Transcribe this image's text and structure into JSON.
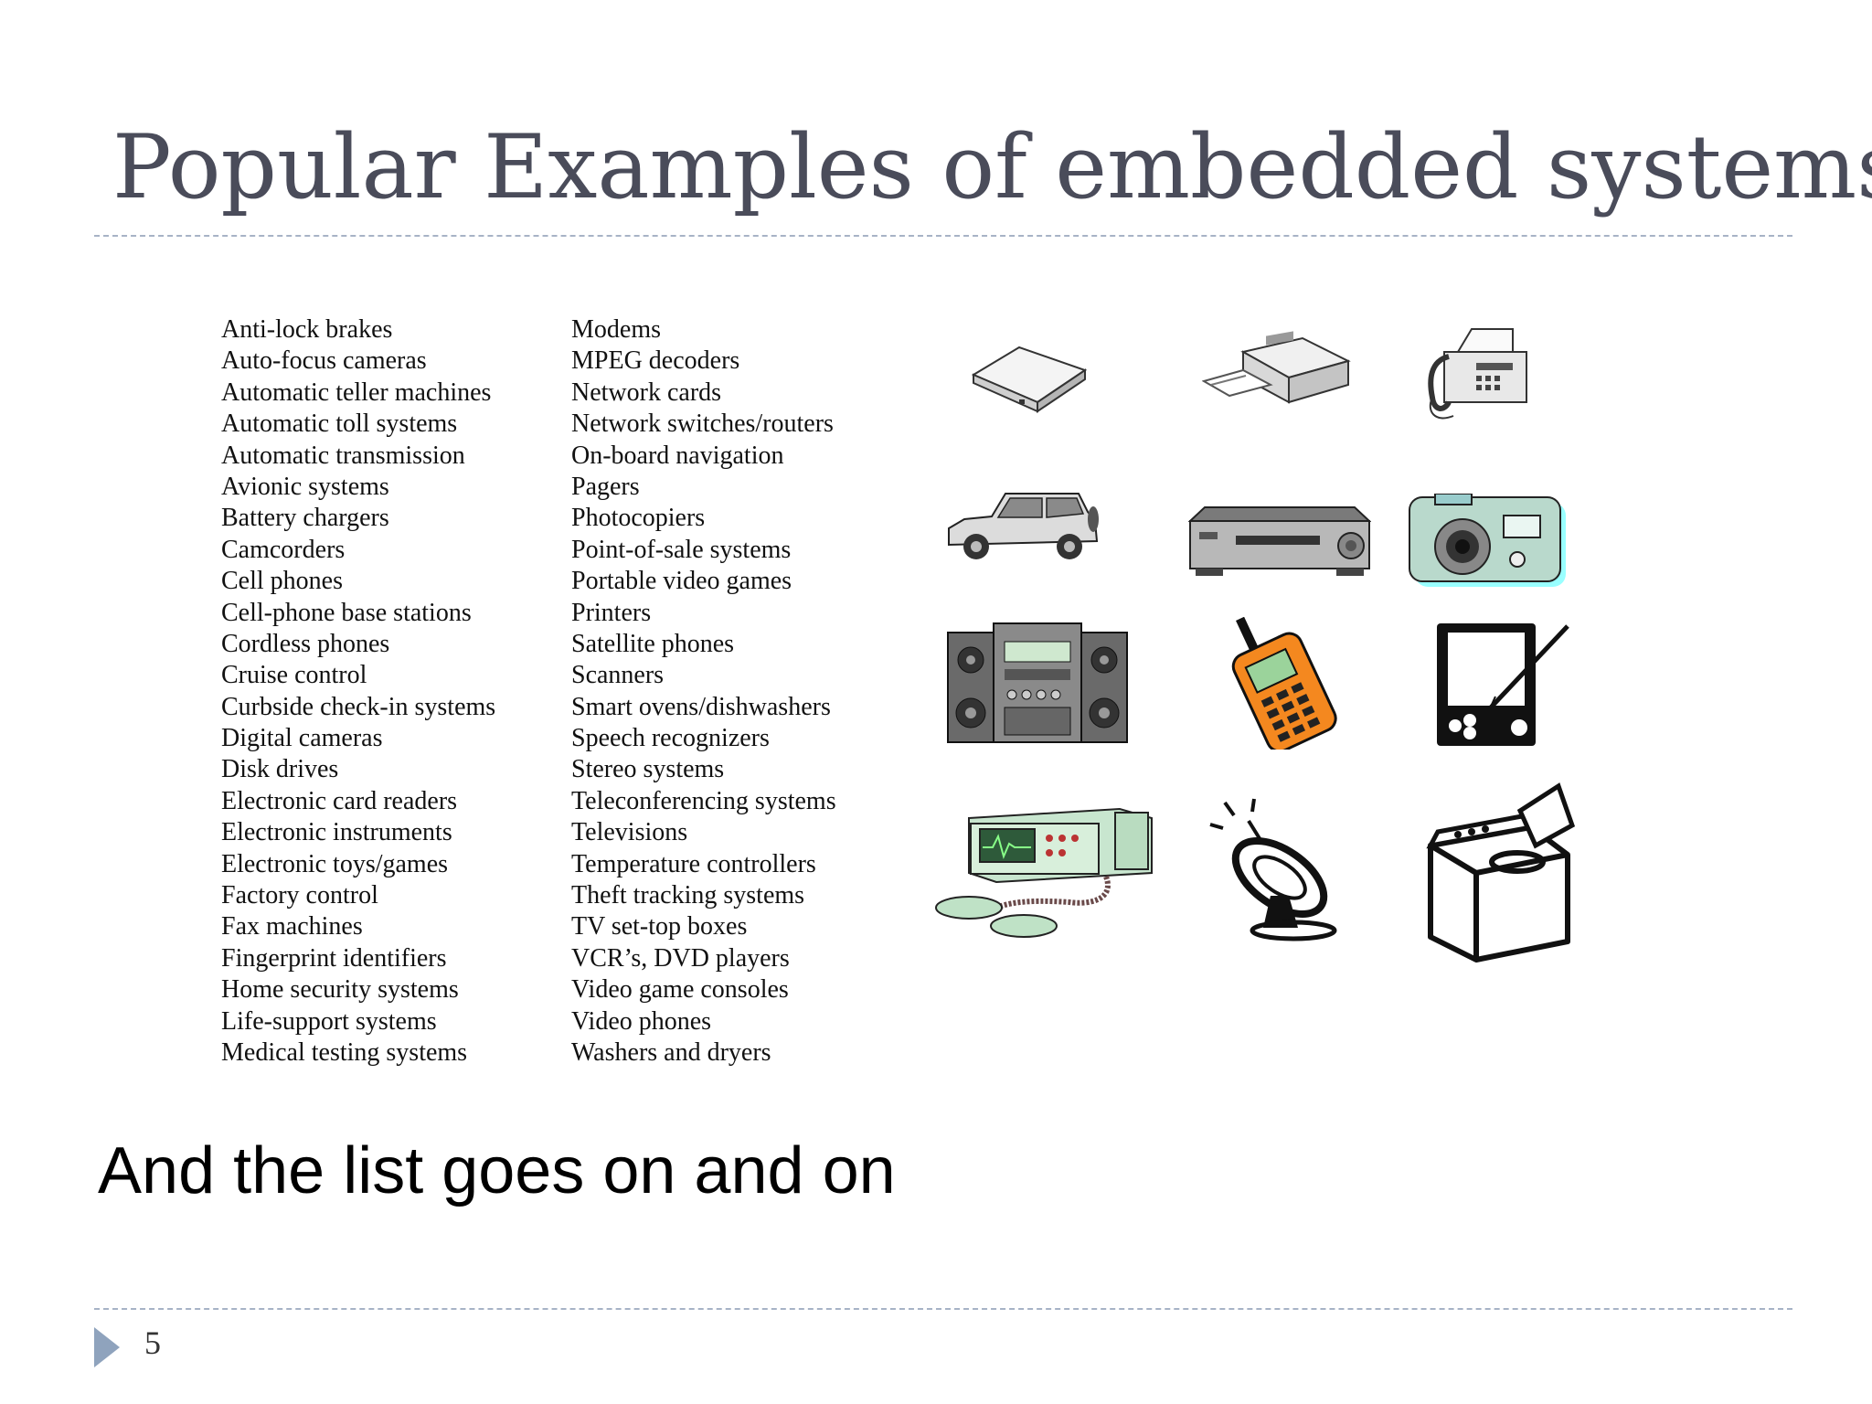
{
  "slide": {
    "title": "Popular Examples of embedded systems",
    "tagline": "And the list goes on and on",
    "page_number": "5",
    "colors": {
      "title": "#4a4c5a",
      "rule": "#a7b3c6",
      "marker": "#8fa3bd"
    }
  },
  "examples": {
    "left_column": [
      "Anti-lock brakes",
      "Auto-focus cameras",
      "Automatic teller machines",
      "Automatic toll systems",
      "Automatic transmission",
      "Avionic systems",
      "Battery chargers",
      "Camcorders",
      "Cell phones",
      "Cell-phone base stations",
      "Cordless phones",
      "Cruise control",
      "Curbside check-in systems",
      "Digital cameras",
      "Disk drives",
      "Electronic card readers",
      "Electronic instruments",
      "Electronic toys/games",
      "Factory control",
      "Fax machines",
      "Fingerprint identifiers",
      "Home security systems",
      "Life-support systems",
      "Medical testing systems"
    ],
    "right_column": [
      "Modems",
      "MPEG decoders",
      "Network cards",
      "Network switches/routers",
      "On-board navigation",
      "Pagers",
      "Photocopiers",
      "Point-of-sale systems",
      "Portable video games",
      "Printers",
      "Satellite phones",
      "Scanners",
      "Smart ovens/dishwashers",
      "Speech recognizers",
      "Stereo systems",
      "Teleconferencing systems",
      "Televisions",
      "Temperature controllers",
      "Theft tracking systems",
      "TV set-top boxes",
      "VCR’s, DVD players",
      "Video game consoles",
      "Video phones",
      "Washers and dryers"
    ]
  },
  "illustrations": [
    "scanner-icon",
    "printer-icon",
    "fax-machine-icon",
    "suv-icon",
    "vcr-icon",
    "camera-icon",
    "stereo-system-icon",
    "cell-phone-icon",
    "pda-icon",
    "medical-monitor-icon",
    "satellite-dish-icon",
    "washing-machine-icon"
  ]
}
